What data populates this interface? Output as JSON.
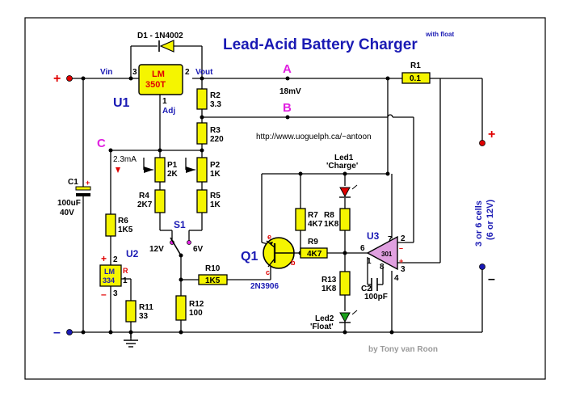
{
  "title": "Lead-Acid Battery Charger",
  "subtitle": "with float",
  "credit": "by Tony van Roon",
  "url": "http://www.uoguelph.ca/~antoon",
  "colors": {
    "title": "#1a1ab4",
    "node_labels": "#e020e0",
    "component_fill": "#f5f500",
    "polarity": "#e00000",
    "border": "#000000"
  },
  "nodes": {
    "a": "A",
    "b": "B",
    "c": "C",
    "voltage_ab": "18mV",
    "current_c": "2.3mA"
  },
  "terminals": {
    "plus": "+",
    "minus": "–",
    "vin": "Vin",
    "vout": "Vout",
    "adj": "Adj",
    "pin1": "1",
    "pin2": "2",
    "pin3": "3",
    "battery": "3 or 6 cells",
    "battery_voltage": "(6 or 12V)"
  },
  "components": {
    "d1": "D1 - 1N4002",
    "u1": {
      "ref": "U1",
      "part1": "LM",
      "part2": "350T"
    },
    "u2": {
      "ref": "U2",
      "part1": "LM",
      "part2": "334",
      "r_pin": "R"
    },
    "u3": {
      "ref": "U3",
      "part": "301",
      "pins": [
        "7",
        "2",
        "3",
        "4",
        "1",
        "8",
        "6"
      ]
    },
    "q1": {
      "ref": "Q1",
      "part": "2N3906",
      "e": "e",
      "b": "b",
      "c": "c"
    },
    "c1": {
      "ref": "C1",
      "value": "100uF",
      "voltage": "40V"
    },
    "c2": {
      "ref": "C2",
      "value": "100pF"
    },
    "r1": {
      "ref": "R1",
      "value": "0.1"
    },
    "r2": {
      "ref": "R2",
      "value": "3.3"
    },
    "r3": {
      "ref": "R3",
      "value": "220"
    },
    "r4": {
      "ref": "R4",
      "value": "2K7"
    },
    "r5": {
      "ref": "R5",
      "value": "1K"
    },
    "r6": {
      "ref": "R6",
      "value": "1K5"
    },
    "r7": {
      "ref": "R7",
      "value": "4K7"
    },
    "r8": {
      "ref": "R8",
      "value": "1K8"
    },
    "r9": {
      "ref": "R9",
      "value": "4K7"
    },
    "r10": {
      "ref": "R10",
      "value": "1K5"
    },
    "r11": {
      "ref": "R11",
      "value": "33"
    },
    "r12": {
      "ref": "R12",
      "value": "100"
    },
    "r13": {
      "ref": "R13",
      "value": "1K8"
    },
    "p1": {
      "ref": "P1",
      "value": "2K"
    },
    "p2": {
      "ref": "P2",
      "value": "1K"
    },
    "s1": {
      "ref": "S1",
      "pos12": "12V",
      "pos6": "6V"
    },
    "led1": {
      "ref": "Led1",
      "label": "'Charge'"
    },
    "led2": {
      "ref": "Led2",
      "label": "'Float'"
    }
  }
}
